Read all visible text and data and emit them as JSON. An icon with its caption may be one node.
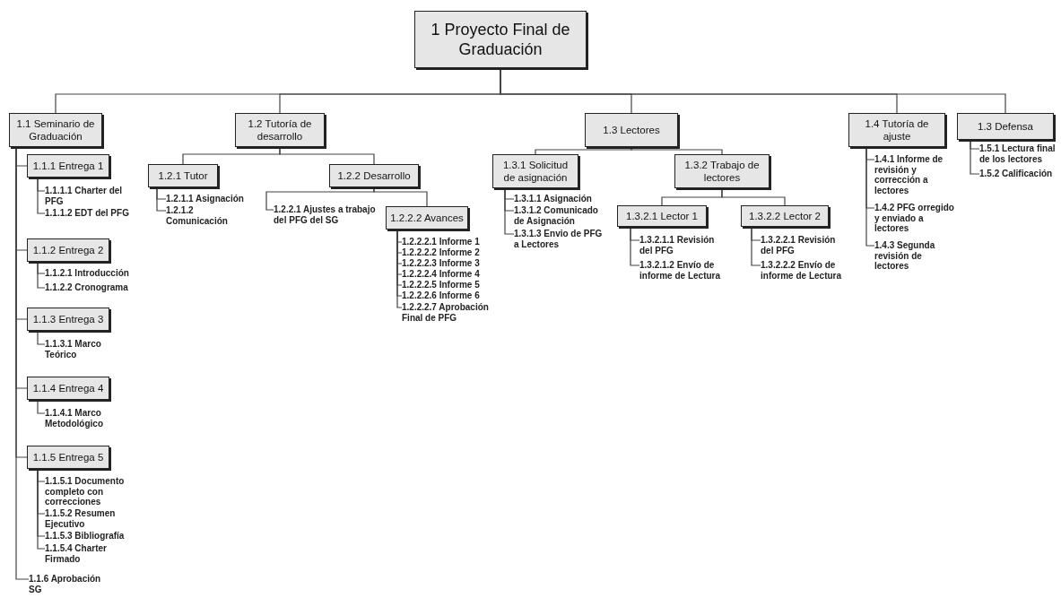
{
  "diagram": {
    "nodes": [
      {
        "text": [
          "1 Proyecto Final de Graduación"
        ]
      },
      {
        "text": [
          "1.1 Seminario de Graduación"
        ]
      },
      {
        "text": [
          "1.1.1 Entrega 1"
        ]
      },
      {
        "text": [
          "1.1.1.1 Charter del PFG"
        ]
      },
      {
        "text": [
          "1.1.1.2 EDT del PFG"
        ]
      },
      {
        "text": [
          "1.1.2 Entrega 2"
        ]
      },
      {
        "text": [
          "1.1.2.1 Introducción"
        ]
      },
      {
        "text": [
          "1.1.2.2 Cronograma"
        ]
      },
      {
        "text": [
          "1.1.3 Entrega 3"
        ]
      },
      {
        "text": [
          "1.1.3.1 Marco Teórico"
        ]
      },
      {
        "text": [
          "1.1.4 Entrega 4"
        ]
      },
      {
        "text": [
          "1.1.4.1 Marco Metodológico"
        ]
      },
      {
        "text": [
          "1.1.5 Entrega 5"
        ]
      },
      {
        "text": [
          "1.1.5.1 Documento completo con correcciones"
        ]
      },
      {
        "text": [
          "1.1.5.2 Resumen Ejecutivo"
        ]
      },
      {
        "text": [
          "1.1.5.3 Bibliografía"
        ]
      },
      {
        "text": [
          "1.1.5.4 Charter Firmado"
        ]
      },
      {
        "text": [
          "1.1.6 Aprobación SG"
        ]
      },
      {
        "text": [
          "1.2 Tutoría de desarrollo"
        ]
      },
      {
        "text": [
          "1.2.1 Tutor"
        ]
      },
      {
        "text": [
          "1.2.1.1 Asignación"
        ]
      },
      {
        "text": [
          "1.2.1.2 Comunicación"
        ]
      },
      {
        "text": [
          "1.2.2 Desarrollo"
        ]
      },
      {
        "text": [
          "1.2.2.1 Ajustes a trabajo del PFG del SG"
        ]
      },
      {
        "text": [
          "1.2.2.2 Avances"
        ]
      },
      {
        "text": [
          "1.2.2.2.1 Informe 1"
        ]
      },
      {
        "text": [
          "1.2.2.2.2 Informe 2"
        ]
      },
      {
        "text": [
          "1.2.2.2.3 Informe 3"
        ]
      },
      {
        "text": [
          "1.2.2.2.4 Informe 4"
        ]
      },
      {
        "text": [
          "1.2.2.2.5 Informe 5"
        ]
      },
      {
        "text": [
          "1.2.2.2.6 Informe 6"
        ]
      },
      {
        "text": [
          "1.2.2.2.7 Aprobación Final de PFG"
        ]
      },
      {
        "text": [
          "1.3 Lectores"
        ]
      },
      {
        "text": [
          "1.3.1 Solicitud de asignación"
        ]
      },
      {
        "text": [
          "1.3.1.1 Asignación"
        ]
      },
      {
        "text": [
          "1.3.1.2 Comunicado de Asignación"
        ]
      },
      {
        "text": [
          "1.3.1.3 Envio de PFG a Lectores"
        ]
      },
      {
        "text": [
          "1.3.2 Trabajo de lectores"
        ]
      },
      {
        "text": [
          "1.3.2.1 Lector 1"
        ]
      },
      {
        "text": [
          "1.3.2.1.1 Revisión del PFG"
        ]
      },
      {
        "text": [
          "1.3.2.1.2 Envío de informe de Lectura"
        ]
      },
      {
        "text": [
          "1.3.2.2 Lector 2"
        ]
      },
      {
        "text": [
          "1.3.2.2.1 Revisión del PFG"
        ]
      },
      {
        "text": [
          "1.3.2.2.2 Envío de informe de Lectura"
        ]
      },
      {
        "text": [
          "1.4 Tutoría de ajuste"
        ]
      },
      {
        "text": [
          "1.4.1 Informe de revisión y corrección a lectores"
        ]
      },
      {
        "text": [
          "1.4.2 PFG orregido y enviado a lectores"
        ]
      },
      {
        "text": [
          "1.4.3 Segunda revisión de lectores"
        ]
      },
      {
        "text": [
          "1.3 Defensa"
        ]
      },
      {
        "text": [
          "1.5.1 Lectura final de los lectores"
        ]
      },
      {
        "text": [
          "1.5.2 Calificación"
        ]
      }
    ],
    "edges": [
      {
        "from": 0,
        "to": 1,
        "arrow": "none"
      },
      {
        "from": 1,
        "to": 2,
        "arrow": "none"
      },
      {
        "from": 2,
        "to": 3,
        "arrow": "none"
      },
      {
        "from": 2,
        "to": 4,
        "arrow": "none"
      },
      {
        "from": 1,
        "to": 5,
        "arrow": "none"
      },
      {
        "from": 5,
        "to": 6,
        "arrow": "none"
      },
      {
        "from": 5,
        "to": 7,
        "arrow": "none"
      },
      {
        "from": 1,
        "to": 8,
        "arrow": "none"
      },
      {
        "from": 8,
        "to": 9,
        "arrow": "none"
      },
      {
        "from": 1,
        "to": 10,
        "arrow": "none"
      },
      {
        "from": 10,
        "to": 11,
        "arrow": "none"
      },
      {
        "from": 1,
        "to": 12,
        "arrow": "none"
      },
      {
        "from": 12,
        "to": 13,
        "arrow": "none"
      },
      {
        "from": 12,
        "to": 14,
        "arrow": "none"
      },
      {
        "from": 12,
        "to": 15,
        "arrow": "none"
      },
      {
        "from": 12,
        "to": 16,
        "arrow": "none"
      },
      {
        "from": 1,
        "to": 17,
        "arrow": "none"
      },
      {
        "from": 0,
        "to": 18,
        "arrow": "none"
      },
      {
        "from": 18,
        "to": 19,
        "arrow": "none"
      },
      {
        "from": 19,
        "to": 20,
        "arrow": "none"
      },
      {
        "from": 19,
        "to": 21,
        "arrow": "none"
      },
      {
        "from": 18,
        "to": 22,
        "arrow": "none"
      },
      {
        "from": 22,
        "to": 23,
        "arrow": "none"
      },
      {
        "from": 22,
        "to": 24,
        "arrow": "none"
      },
      {
        "from": 24,
        "to": 25,
        "arrow": "none"
      },
      {
        "from": 24,
        "to": 26,
        "arrow": "none"
      },
      {
        "from": 24,
        "to": 27,
        "arrow": "none"
      },
      {
        "from": 24,
        "to": 28,
        "arrow": "none"
      },
      {
        "from": 24,
        "to": 29,
        "arrow": "none"
      },
      {
        "from": 24,
        "to": 30,
        "arrow": "none"
      },
      {
        "from": 24,
        "to": 31,
        "arrow": "none"
      },
      {
        "from": 0,
        "to": 32,
        "arrow": "none"
      },
      {
        "from": 32,
        "to": 33,
        "arrow": "none"
      },
      {
        "from": 33,
        "to": 34,
        "arrow": "none"
      },
      {
        "from": 33,
        "to": 35,
        "arrow": "none"
      },
      {
        "from": 33,
        "to": 36,
        "arrow": "none"
      },
      {
        "from": 32,
        "to": 37,
        "arrow": "none"
      },
      {
        "from": 37,
        "to": 38,
        "arrow": "none"
      },
      {
        "from": 38,
        "to": 39,
        "arrow": "none"
      },
      {
        "from": 38,
        "to": 40,
        "arrow": "none"
      },
      {
        "from": 37,
        "to": 41,
        "arrow": "none"
      },
      {
        "from": 41,
        "to": 42,
        "arrow": "none"
      },
      {
        "from": 41,
        "to": 43,
        "arrow": "none"
      },
      {
        "from": 0,
        "to": 44,
        "arrow": "none"
      },
      {
        "from": 44,
        "to": 45,
        "arrow": "none"
      },
      {
        "from": 44,
        "to": 46,
        "arrow": "none"
      },
      {
        "from": 44,
        "to": 47,
        "arrow": "none"
      },
      {
        "from": 0,
        "to": 48,
        "arrow": "none"
      },
      {
        "from": 48,
        "to": 49,
        "arrow": "none"
      },
      {
        "from": 48,
        "to": 50,
        "arrow": "none"
      }
    ]
  }
}
